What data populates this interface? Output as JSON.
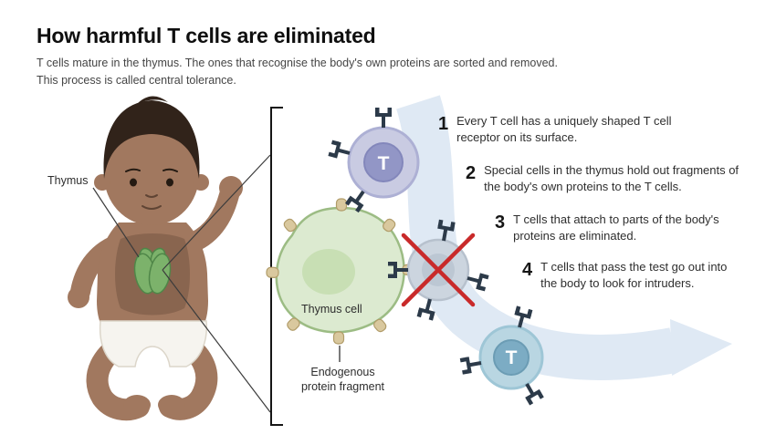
{
  "header": {
    "title": "How harmful T cells are eliminated",
    "subtitle_line1": "T cells mature in the thymus. The ones that recognise the body's own proteins are sorted and removed.",
    "subtitle_line2": "This process is called central tolerance."
  },
  "labels": {
    "thymus": "Thymus",
    "thymus_cell": "Thymus cell",
    "endogenous_line1": "Endogenous",
    "endogenous_line2": "protein fragment",
    "t_cell_letter": "T"
  },
  "steps": [
    {
      "number": "1",
      "text": "Every T cell has a uniquely shaped T cell receptor on its surface."
    },
    {
      "number": "2",
      "text": "Special cells in the thymus hold out fragments of the body's own proteins to the T cells."
    },
    {
      "number": "3",
      "text": "T cells that attach to parts of the body's proteins are eliminated."
    },
    {
      "number": "4",
      "text": "T cells that pass the test go out into the body to look for intruders."
    }
  ],
  "colors": {
    "skin": "#a1785f",
    "accent_green": "#7cb26b",
    "thymus_cell_green": "#dcead0",
    "fragment_tan": "#d9c89e",
    "receptor_navy": "#2c3a49",
    "cell_purple": "#9296c6",
    "cell_teal": "#7cacc4",
    "elimination_red": "#c92a2a",
    "arrow_blue": "#dfe9f4"
  }
}
